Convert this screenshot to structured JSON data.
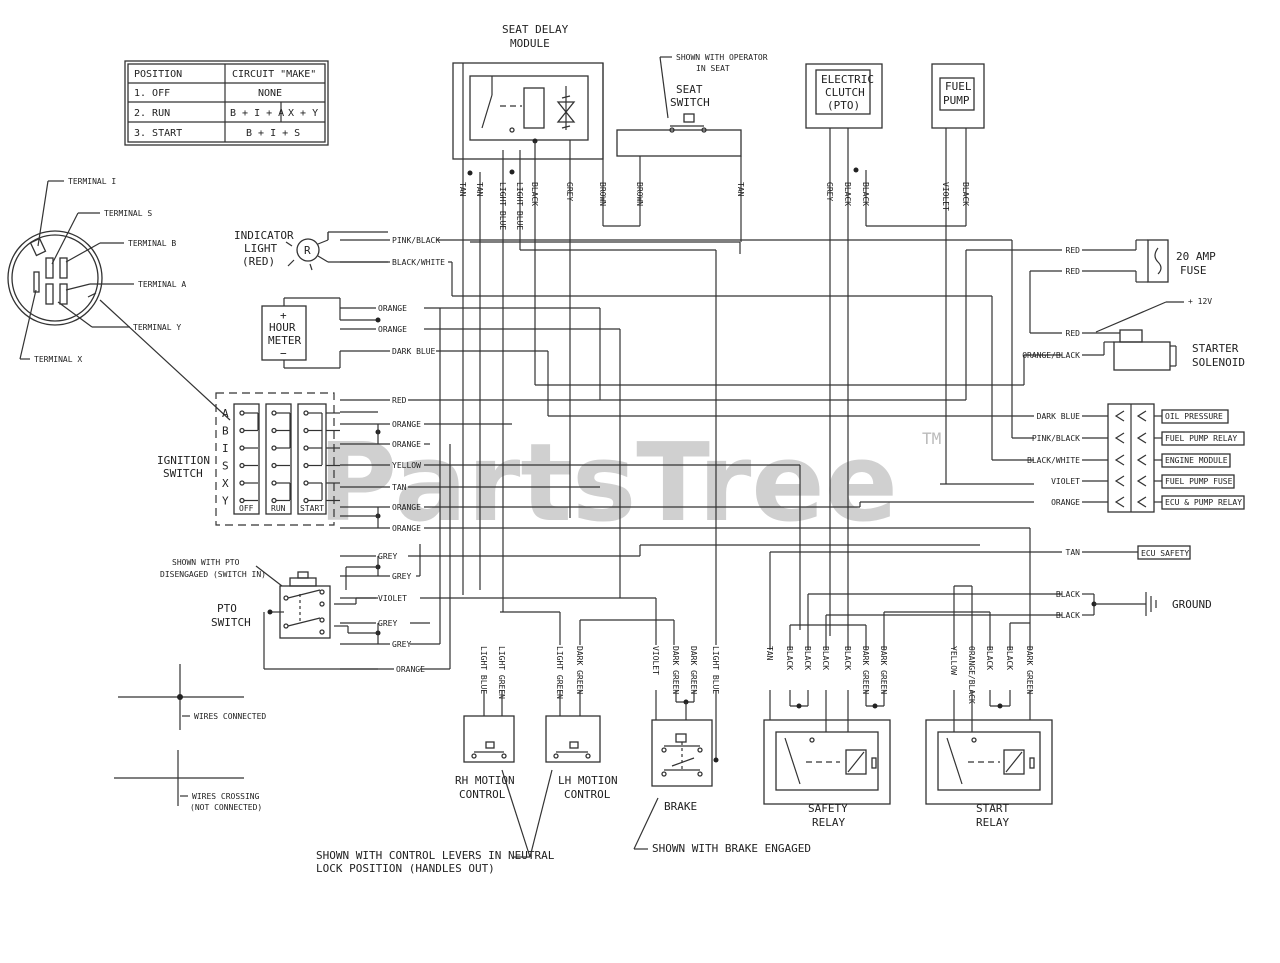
{
  "table": {
    "header": [
      "POSITION",
      "CIRCUIT \"MAKE\""
    ],
    "rows": [
      [
        "1. OFF",
        "NONE",
        ""
      ],
      [
        "2. RUN",
        "B + I + A",
        "X + Y"
      ],
      [
        "3. START",
        "B + I + S",
        ""
      ]
    ]
  },
  "terminals": [
    "TERMINAL I",
    "TERMINAL S",
    "TERMINAL B",
    "TERMINAL A",
    "TERMINAL Y",
    "TERMINAL X"
  ],
  "seat_delay": [
    "SEAT DELAY",
    "MODULE"
  ],
  "seat_switch": [
    "SEAT",
    "SWITCH"
  ],
  "seat_note": [
    "SHOWN WITH OPERATOR",
    "IN SEAT"
  ],
  "clutch": [
    "ELECTRIC",
    "CLUTCH",
    "(PTO)"
  ],
  "fuel_pump": [
    "FUEL",
    "PUMP"
  ],
  "indicator": [
    "INDICATOR",
    "LIGHT",
    "(RED)"
  ],
  "indicator_r": "R",
  "hour_meter": [
    "+",
    "HOUR",
    "METER",
    "−"
  ],
  "ignition": [
    "IGNITION",
    "SWITCH"
  ],
  "ign_rows": [
    "A",
    "B",
    "I",
    "S",
    "X",
    "Y"
  ],
  "ign_cols": [
    "OFF",
    "RUN",
    "START"
  ],
  "pto_note": [
    "SHOWN WITH PTO",
    "DISENGAGED (SWITCH IN)"
  ],
  "pto": [
    "PTO",
    "SWITCH"
  ],
  "legend": {
    "connected": "WIRES CONNECTED",
    "crossing": [
      "WIRES CROSSING",
      "(NOT CONNECTED)"
    ]
  },
  "top_wires": [
    "TAN",
    "TAN",
    "LIGHT BLUE",
    "LIGHT BLUE",
    "BLACK",
    "GREY",
    "BROWN",
    "BROWN",
    "TAN",
    "GREY",
    "BLACK",
    "BLACK",
    "VIOLET",
    "BLACK"
  ],
  "left_wires": [
    "PINK/BLACK",
    "BLACK/WHITE",
    "ORANGE",
    "ORANGE",
    "DARK BLUE",
    "RED",
    "ORANGE",
    "ORANGE",
    "YELLOW",
    "TAN",
    "ORANGE",
    "ORANGE",
    "GREY",
    "GREY",
    "VIOLET",
    "GREY",
    "GREY",
    "ORANGE"
  ],
  "right_wires": [
    "RED",
    "RED",
    "RED",
    "ORANGE/BLACK",
    "DARK BLUE",
    "PINK/BLACK",
    "BLACK/WHITE",
    "VIOLET",
    "ORANGE",
    "TAN",
    "BLACK",
    "BLACK"
  ],
  "fuse": [
    "20 AMP",
    "FUSE"
  ],
  "plus12": "+ 12V",
  "starter": [
    "STARTER",
    "SOLENOID"
  ],
  "connectors": [
    "OIL PRESSURE",
    "FUEL PUMP RELAY",
    "ENGINE MODULE",
    "FUEL PUMP FUSE",
    "ECU & PUMP RELAY"
  ],
  "ecu_safety": "ECU SAFETY",
  "ground": "GROUND",
  "bottom_wires": [
    "LIGHT BLUE",
    "LIGHT GREEN",
    "LIGHT GREEN",
    "DARK GREEN",
    "VIOLET",
    "DARK GREEN",
    "DARK GREEN",
    "LIGHT BLUE",
    "TAN",
    "BLACK",
    "BLACK",
    "BLACK",
    "BLACK",
    "DARK GREEN",
    "DARK GREEN",
    "YELLOW",
    "ORANGE/BLACK",
    "BLACK",
    "BLACK",
    "DARK GREEN"
  ],
  "rh_motion": [
    "RH MOTION",
    "CONTROL"
  ],
  "lh_motion": [
    "LH MOTION",
    "CONTROL"
  ],
  "brake": "BRAKE",
  "safety_relay": [
    "SAFETY",
    "RELAY"
  ],
  "start_relay": [
    "START",
    "RELAY"
  ],
  "control_note": [
    "SHOWN WITH CONTROL LEVERS IN NEUTRAL",
    "LOCK POSITION (HANDLES OUT)"
  ],
  "brake_note": "SHOWN WITH BRAKE ENGAGED",
  "watermark": {
    "text": "PartsTree",
    "tm": "TM"
  }
}
